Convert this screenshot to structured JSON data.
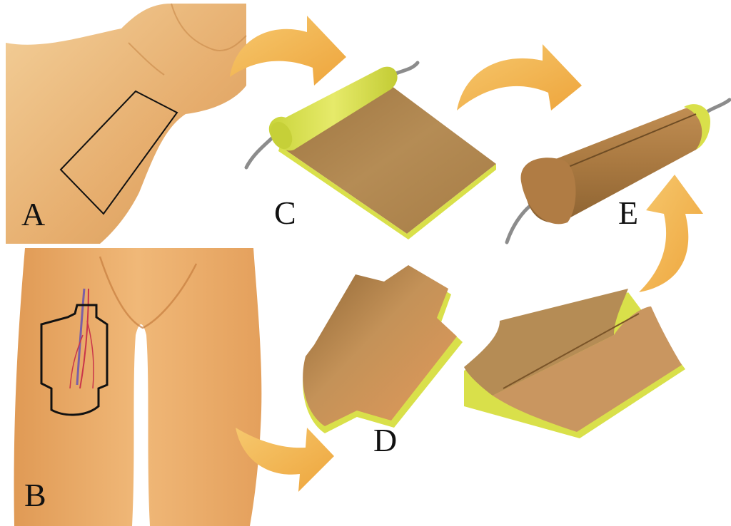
{
  "figure": {
    "panels": [
      {
        "id": "A",
        "label": "A",
        "depicts": "forearm-donor-site"
      },
      {
        "id": "B",
        "label": "B",
        "depicts": "thigh-donor-site"
      },
      {
        "id": "C",
        "label": "C",
        "depicts": "flat-flap-rolling-on-catheter"
      },
      {
        "id": "D",
        "label": "D",
        "depicts": "shaped-thigh-flap"
      },
      {
        "id": "E",
        "label": "E",
        "depicts": "tubed-neophallus"
      }
    ]
  },
  "colors": {
    "skin_light": "#f0c489",
    "skin_mid": "#e3a565",
    "skin_dark": "#c98a48",
    "flap_brown": "#b88a52",
    "flap_dark": "#8d6636",
    "fat_yellow": "#d9e04a",
    "arrow_orange": "#f2b24e",
    "outline": "#111111",
    "catheter_gray": "#8c8c8c",
    "vessel_red": "#c9344a",
    "vessel_purple": "#7b5fa6"
  }
}
